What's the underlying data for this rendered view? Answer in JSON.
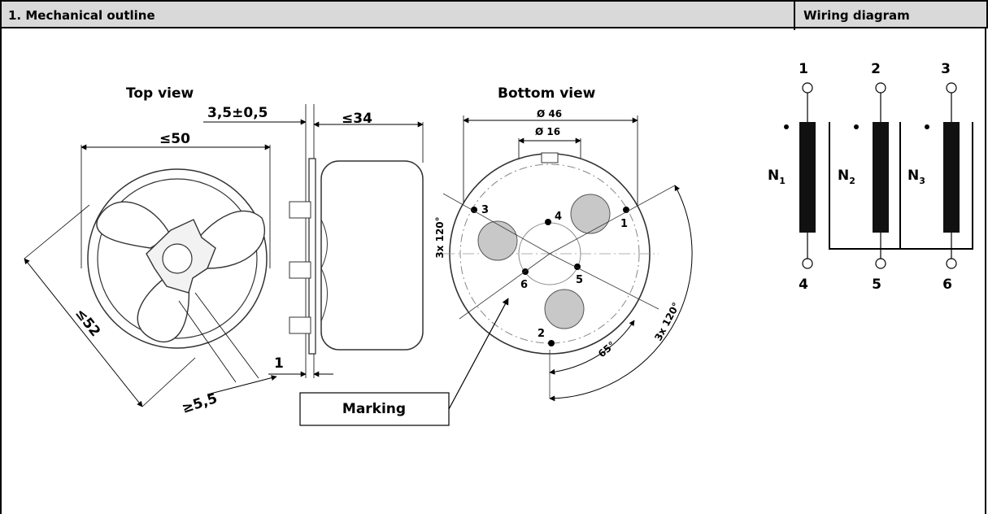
{
  "header": {
    "left_title": "1. Mechanical outline",
    "right_title": "Wiring diagram"
  },
  "mechanical": {
    "top_view_label": "Top view",
    "bottom_view_label": "Bottom view",
    "dim_width": "≤50",
    "dim_diagonal": "≤52",
    "dim_pin_clearance": "≥5,5",
    "dim_flange": "3,5±0,5",
    "dim_height": "≤34",
    "dim_pin_offset": "1",
    "dim_outer_diameter": "Ø 46",
    "dim_inner_diameter": "Ø 16",
    "dim_angle_side": "3x 120°",
    "dim_angle_bottom": "3x 120°",
    "dim_angle_65": "65°",
    "pins": [
      "1",
      "2",
      "3",
      "4",
      "5",
      "6"
    ],
    "marking_label": "Marking"
  },
  "wiring": {
    "top_pins": [
      "1",
      "2",
      "3"
    ],
    "bottom_pins": [
      "4",
      "5",
      "6"
    ],
    "windings": [
      {
        "base": "N",
        "sub": "1"
      },
      {
        "base": "N",
        "sub": "2"
      },
      {
        "base": "N",
        "sub": "3"
      }
    ]
  }
}
